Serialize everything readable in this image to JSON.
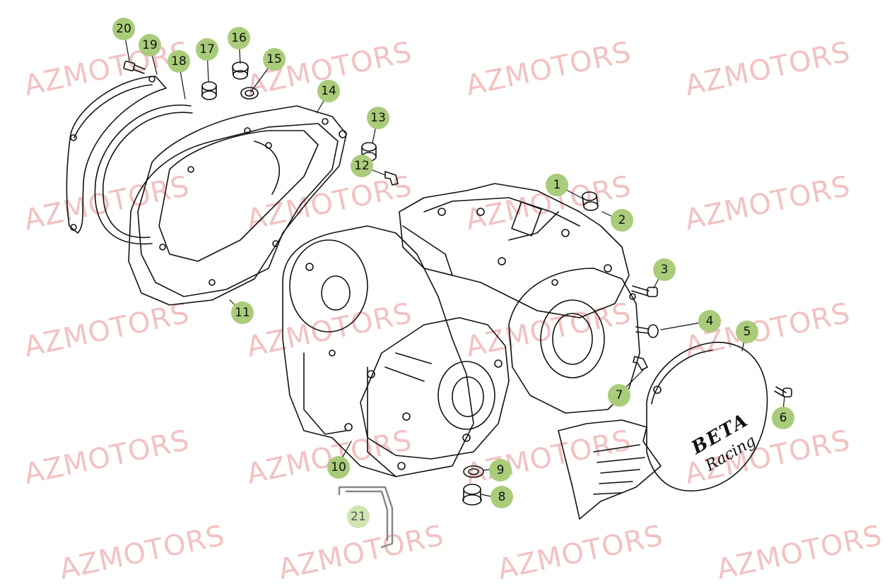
{
  "watermark": "AZMOTORS",
  "cover_logo": {
    "brand": "BETA",
    "sub": "Racing"
  },
  "callouts": [
    {
      "n": "1"
    },
    {
      "n": "2"
    },
    {
      "n": "3"
    },
    {
      "n": "4"
    },
    {
      "n": "5"
    },
    {
      "n": "6"
    },
    {
      "n": "7"
    },
    {
      "n": "8"
    },
    {
      "n": "9"
    },
    {
      "n": "10"
    },
    {
      "n": "11"
    },
    {
      "n": "12"
    },
    {
      "n": "13"
    },
    {
      "n": "14"
    },
    {
      "n": "15"
    },
    {
      "n": "16"
    },
    {
      "n": "17"
    },
    {
      "n": "18"
    },
    {
      "n": "19"
    },
    {
      "n": "20"
    },
    {
      "n": "21"
    }
  ],
  "colors": {
    "callout": "#a9cc7a",
    "watermark": "#f0b8b8",
    "line": "#111111"
  }
}
